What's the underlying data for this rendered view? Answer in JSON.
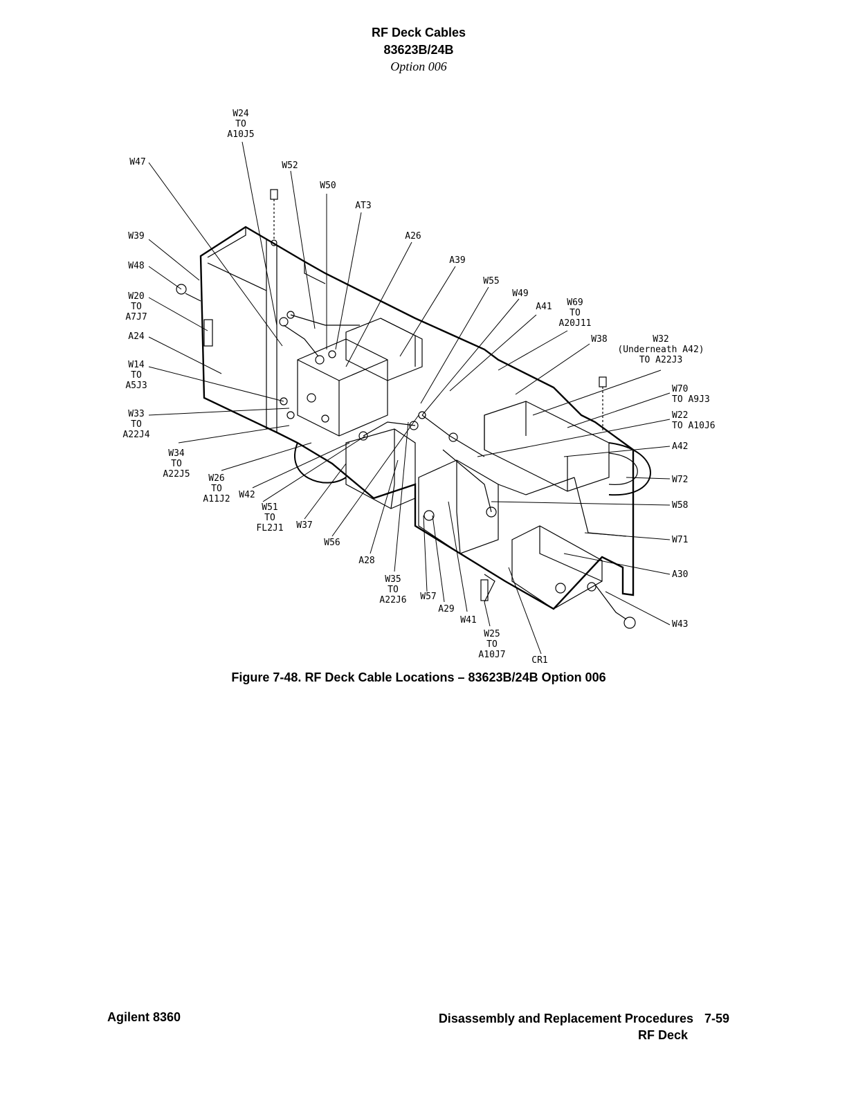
{
  "header": {
    "title": "RF Deck Cables",
    "model": "83623B/24B",
    "option": "Option 006"
  },
  "figure": {
    "caption": "Figure 7-48. RF Deck Cable Locations – 83623B/24B Option 006",
    "callouts": [
      {
        "id": "w24",
        "lines": [
          "W24",
          "TO",
          "A10J5"
        ]
      },
      {
        "id": "w47",
        "lines": [
          "W47"
        ]
      },
      {
        "id": "w52",
        "lines": [
          "W52"
        ]
      },
      {
        "id": "w50",
        "lines": [
          "W50"
        ]
      },
      {
        "id": "at3",
        "lines": [
          "AT3"
        ]
      },
      {
        "id": "a26",
        "lines": [
          "A26"
        ]
      },
      {
        "id": "a39",
        "lines": [
          "A39"
        ]
      },
      {
        "id": "w55",
        "lines": [
          "W55"
        ]
      },
      {
        "id": "w49",
        "lines": [
          "W49"
        ]
      },
      {
        "id": "a41",
        "lines": [
          "A41"
        ]
      },
      {
        "id": "w69",
        "lines": [
          "W69",
          "TO",
          "A20J11"
        ]
      },
      {
        "id": "w38",
        "lines": [
          "W38"
        ]
      },
      {
        "id": "w32",
        "lines": [
          "W32",
          "(Underneath  A42)",
          "TO  A22J3"
        ]
      },
      {
        "id": "w39",
        "lines": [
          "W39"
        ]
      },
      {
        "id": "w48",
        "lines": [
          "W48"
        ]
      },
      {
        "id": "w20",
        "lines": [
          "W20",
          "TO",
          "A7J7"
        ]
      },
      {
        "id": "a24",
        "lines": [
          "A24"
        ]
      },
      {
        "id": "w14",
        "lines": [
          "W14",
          "TO",
          "A5J3"
        ]
      },
      {
        "id": "w33",
        "lines": [
          "W33",
          "TO",
          "A22J4"
        ]
      },
      {
        "id": "w34",
        "lines": [
          "W34",
          "TO",
          "A22J5"
        ]
      },
      {
        "id": "w26",
        "lines": [
          "W26",
          "TO",
          "A11J2"
        ]
      },
      {
        "id": "w42",
        "lines": [
          "W42"
        ]
      },
      {
        "id": "w51",
        "lines": [
          "W51",
          "TO",
          "FL2J1"
        ]
      },
      {
        "id": "w37",
        "lines": [
          "W37"
        ]
      },
      {
        "id": "w56",
        "lines": [
          "W56"
        ]
      },
      {
        "id": "a28",
        "lines": [
          "A28"
        ]
      },
      {
        "id": "w35",
        "lines": [
          "W35",
          "TO",
          "A22J6"
        ]
      },
      {
        "id": "w57",
        "lines": [
          "W57"
        ]
      },
      {
        "id": "a29",
        "lines": [
          "A29"
        ]
      },
      {
        "id": "w41",
        "lines": [
          "W41"
        ]
      },
      {
        "id": "w25",
        "lines": [
          "W25",
          "TO",
          "A10J7"
        ]
      },
      {
        "id": "cr1",
        "lines": [
          "CR1"
        ]
      },
      {
        "id": "w70",
        "lines": [
          "W70",
          "TO  A9J3"
        ]
      },
      {
        "id": "w22",
        "lines": [
          "W22",
          "TO  A10J6"
        ]
      },
      {
        "id": "a42",
        "lines": [
          "A42"
        ]
      },
      {
        "id": "w72",
        "lines": [
          "W72"
        ]
      },
      {
        "id": "w58",
        "lines": [
          "W58"
        ]
      },
      {
        "id": "w71",
        "lines": [
          "W71"
        ]
      },
      {
        "id": "a30",
        "lines": [
          "A30"
        ]
      },
      {
        "id": "w43",
        "lines": [
          "W43"
        ]
      }
    ]
  },
  "footer": {
    "left": "Agilent 8360",
    "right_title": "Disassembly and Replacement Procedures",
    "page": "7-59",
    "section": "RF Deck"
  }
}
